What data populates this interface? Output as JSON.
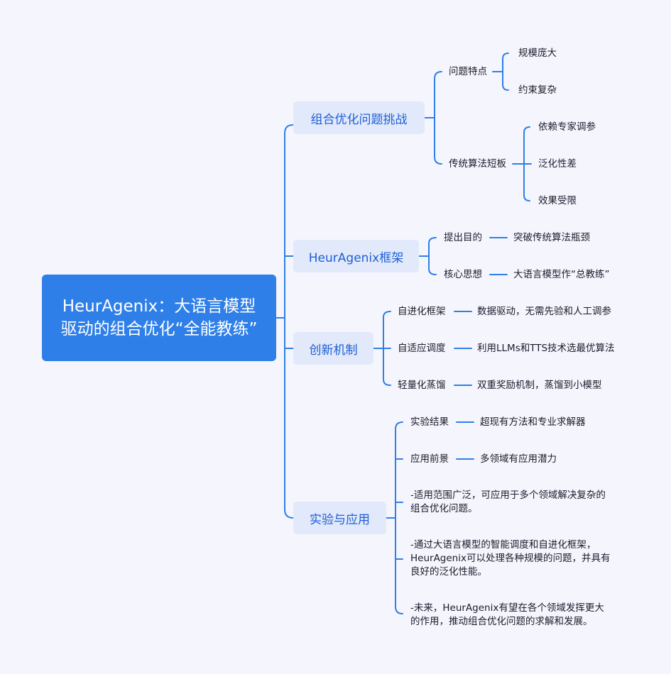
{
  "root": {
    "title": "HeurAgenix：大语言模型驱动的组合优化“全能教练”"
  },
  "branches": [
    {
      "label": "组合优化问题挑战",
      "children": [
        {
          "label": "问题特点",
          "children": [
            "规模庞大",
            "约束复杂"
          ]
        },
        {
          "label": "传统算法短板",
          "children": [
            "依赖专家调参",
            "泛化性差",
            "效果受限"
          ]
        }
      ]
    },
    {
      "label": "HeurAgenix框架",
      "children": [
        {
          "label": "提出目的",
          "value": "突破传统算法瓶颈"
        },
        {
          "label": "核心思想",
          "value": "大语言模型作“总教练”"
        }
      ]
    },
    {
      "label": "创新机制",
      "children": [
        {
          "label": "自进化框架",
          "value": "数据驱动，无需先验和人工调参"
        },
        {
          "label": "自适应调度",
          "value": "利用LLMs和TTS技术选最优算法"
        },
        {
          "label": "轻量化蒸馏",
          "value": "双重奖励机制，蒸馏到小模型"
        }
      ]
    },
    {
      "label": "实验与应用",
      "children": [
        {
          "label": "实验结果",
          "value": "超现有方法和专业求解器"
        },
        {
          "label": "应用前景",
          "value": "多领域有应用潜力"
        }
      ],
      "notes": [
        "-适用范围广泛，可应用于多个领域解决复杂的组合优化问题。",
        "-通过大语言模型的智能调度和自进化框架，HeurAgenix可以处理各种规模的问题，并具有良好的泛化性能。",
        "-未来，HeurAgenix有望在各个领域发挥更大的作用，推动组合优化问题的求解和发展。"
      ]
    }
  ],
  "colors": {
    "background": "#f5f6fd",
    "root_fill": "#2f7fe8",
    "branch_fill": "#e1e9fb",
    "branch_text": "#1f5fd6",
    "connector": "#2f7fe8"
  }
}
